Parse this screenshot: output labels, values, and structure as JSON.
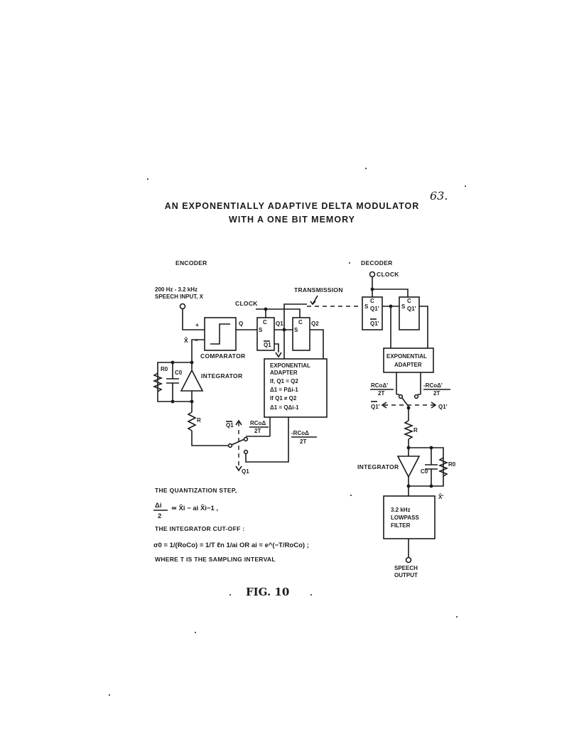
{
  "page_number": "63.",
  "title": {
    "line1": "AN EXPONENTIALLY ADAPTIVE DELTA MODULATOR",
    "line2": "WITH A ONE BIT MEMORY"
  },
  "encoder": {
    "heading": "ENCODER",
    "input_line1": "200 Hz - 3.2 kHz",
    "input_line2": "SPEECH INPUT, X",
    "clock": "CLOCK",
    "comparator": "COMPARATOR",
    "integrator": "INTEGRATOR",
    "adapter": {
      "line1": "EXPONENTIAL",
      "line2": "ADAPTER",
      "line3": "If, Q1 = Q2",
      "line4": "Δ1 = PΔi-1",
      "line5": "If Q1 ≠ Q2",
      "line6": "Δ1 = QΔi-1"
    },
    "ff_s": "S",
    "ff_c": "C",
    "ff1_q": "Q1",
    "ff1_qbar": "Q1",
    "ff2_q": "Q2",
    "q_out": "Q",
    "xhat": "X̂",
    "plus": "+",
    "minus": "−",
    "r0": "R0",
    "c0": "C0",
    "r": "R",
    "qbar1": "Q1",
    "q1": "Q1",
    "rcod_num": "RCoΔ",
    "rcod_den": "2T",
    "neg_rcod_num": "-RCoΔ",
    "neg_rcod_den": "2T"
  },
  "transmission": "TRANSMISSION",
  "decoder": {
    "heading": "DECODER",
    "clock": "CLOCK",
    "s": "S",
    "c": "C",
    "q1p": "Q1'",
    "q1pbar": "Q1'",
    "adapter_line1": "EXPONENTIAL",
    "adapter_line2": "ADAPTER",
    "rcod_num": "RCoΔ'",
    "rcod_den": "2T",
    "neg_rcod_num": "-RCoΔ'",
    "neg_rcod_den": "2T",
    "qbar": "Q1'",
    "q": "Q1'",
    "r": "R",
    "integrator": "INTEGRATOR",
    "c0": "C0",
    "r0": "R0",
    "xhat_p": "X̂'",
    "filter_line1": "3.2 kHz",
    "filter_line2": "LOWPASS",
    "filter_line3": "FILTER",
    "output_line1": "SPEECH",
    "output_line2": "OUTPUT"
  },
  "notes": {
    "quant_heading": "THE QUANTIZATION STEP,",
    "quant_num": "Δi",
    "quant_den": "2",
    "quant_rhs": "≃ X̂i − ai X̂i−1 ,",
    "cutoff_heading": "THE INTEGRATOR CUT-OFF :",
    "cutoff_eq": "σ0 = 1/(RoCo) = 1/T ℓn 1/ai  OR  ai = e^(−T/RoCo) ;",
    "sampling": "WHERE T IS THE SAMPLING INTERVAL"
  },
  "fig_label": "FIG. 10"
}
